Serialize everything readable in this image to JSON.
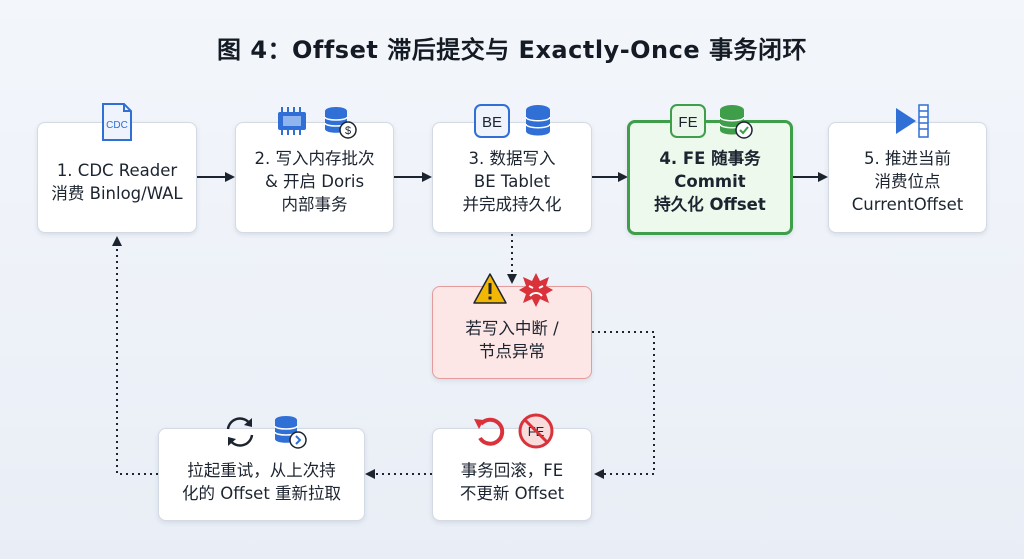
{
  "title": "图 4：Offset 滞后提交与 Exactly-Once 事务闭环",
  "steps": [
    {
      "text": "1. CDC Reader\n消费 Binlog/WAL",
      "icon_label": "CDC"
    },
    {
      "text": "2. 写入内存批次\n& 开启 Doris\n内部事务"
    },
    {
      "text": "3. 数据写入\nBE Tablet\n并完成持久化",
      "icon_label": "BE"
    },
    {
      "text": "4. FE 随事务\nCommit\n持久化 Offset",
      "icon_label": "FE"
    },
    {
      "text": "5. 推进当前\n消费位点\nCurrentOffset"
    }
  ],
  "failure": {
    "text": "若写入中断 /\n节点异常"
  },
  "rollback": {
    "text": "事务回滚，FE\n不更新 Offset",
    "icon_label": "FE"
  },
  "retry": {
    "text": "拉起重试，从上次持\n化的 Offset 重新拉取"
  },
  "colors": {
    "accent_green": "#3f9e4a",
    "icon_blue": "#2f6fd6",
    "alert_red": "#d9323a",
    "warning_yellow": "#f2b705",
    "arrow": "#1c2430"
  }
}
